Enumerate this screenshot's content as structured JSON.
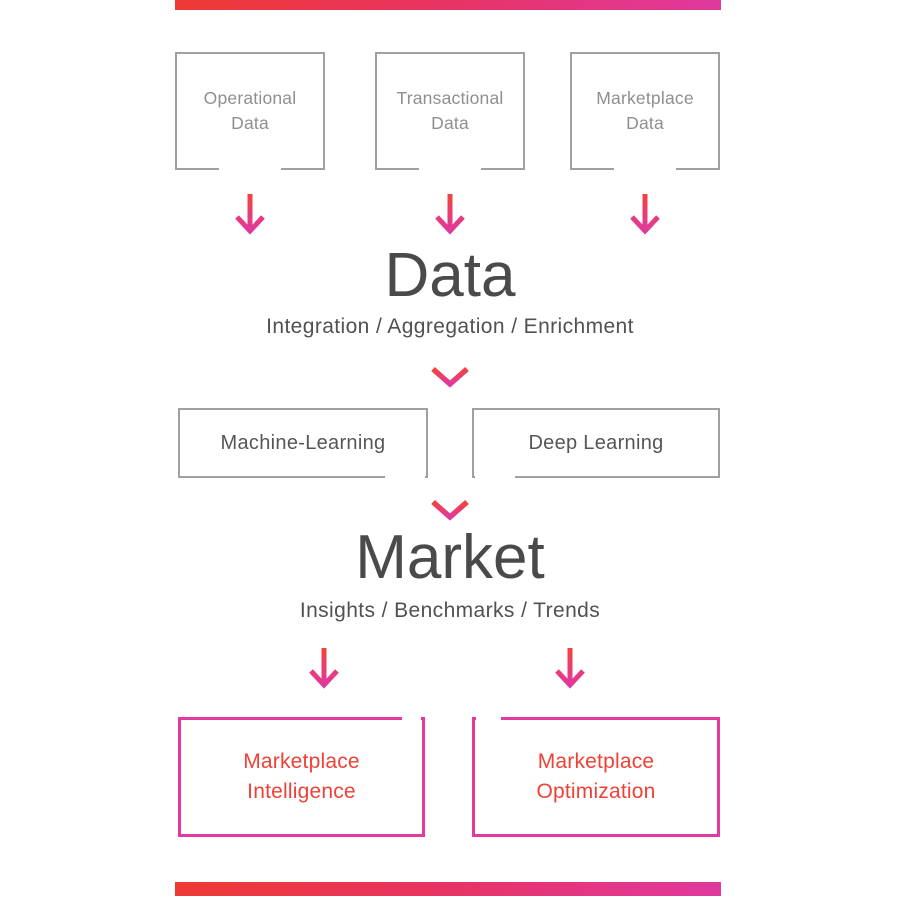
{
  "sources": {
    "items": [
      {
        "label": "Operational\nData"
      },
      {
        "label": "Transactional\nData"
      },
      {
        "label": "Marketplace\nData"
      }
    ]
  },
  "data_stage": {
    "title": "Data",
    "subtitle": "Integration / Aggregation / Enrichment"
  },
  "learning": {
    "items": [
      {
        "label": "Machine-Learning"
      },
      {
        "label": "Deep Learning"
      }
    ]
  },
  "market_stage": {
    "title": "Market",
    "subtitle": "Insights / Benchmarks / Trends"
  },
  "outputs": {
    "items": [
      {
        "label": "Marketplace\nIntelligence"
      },
      {
        "label": "Marketplace\nOptimization"
      }
    ]
  },
  "colors": {
    "accent_gradient_start": "#ee3a33",
    "accent_gradient_end": "#e0399f",
    "box_border_gray": "#a0a0a0",
    "source_text_gray": "#8f8f8f",
    "heading_gray": "#4a4a4a",
    "subtitle_gray": "#515151",
    "method_text_gray": "#565656",
    "output_border_pink": "#e23a9e",
    "output_text_red": "#ef4136",
    "arrow_gradient_top": "#f2433c",
    "arrow_gradient_bottom": "#e0399f"
  }
}
